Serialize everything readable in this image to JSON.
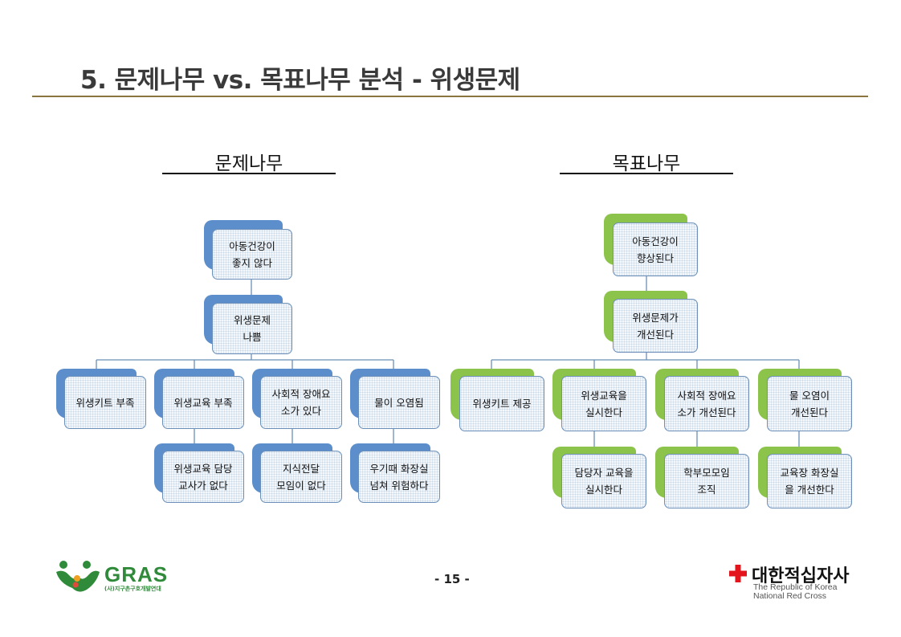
{
  "title": "5. 문제나무 vs. 목표나무 분석 - 위생문제",
  "problem_tree": {
    "heading": "문제나무",
    "top": "아동건강이\n좋지 않다",
    "middle": "위생문제\n나쁨",
    "branches": [
      "위생키트 부족",
      "위생교육 부족",
      "사회적 장애요\n소가 있다",
      "물이 오염됨"
    ],
    "subs": [
      "위생교육 담당\n교사가 없다",
      "지식전달\n모임이 없다",
      "우기때 화장실\n넘쳐 위험하다"
    ]
  },
  "objective_tree": {
    "heading": "목표나무",
    "top": "아동건강이\n향상된다",
    "middle": "위생문제가\n개선된다",
    "branches": [
      "위생키트 제공",
      "위생교육을\n실시한다",
      "사회적 장애요\n소가 개선된다",
      "물 오염이\n개선된다"
    ],
    "subs": [
      "담당자 교육을\n실시한다",
      "학부모모임\n조직",
      "교육장 화장실\n을 개선한다"
    ]
  },
  "page_number": "- 15 -",
  "footer": {
    "gras_logo": "GRAS",
    "gras_sub": "(사)지구촌구호개발연대",
    "redcross_name": "대한적십자사",
    "redcross_en_1": "The Republic of Korea",
    "redcross_en_2": "National Red Cross"
  },
  "colors": {
    "blue_accent": "#5b8ecb",
    "green_accent": "#8cc34a",
    "title_rule": "#8a7440"
  }
}
